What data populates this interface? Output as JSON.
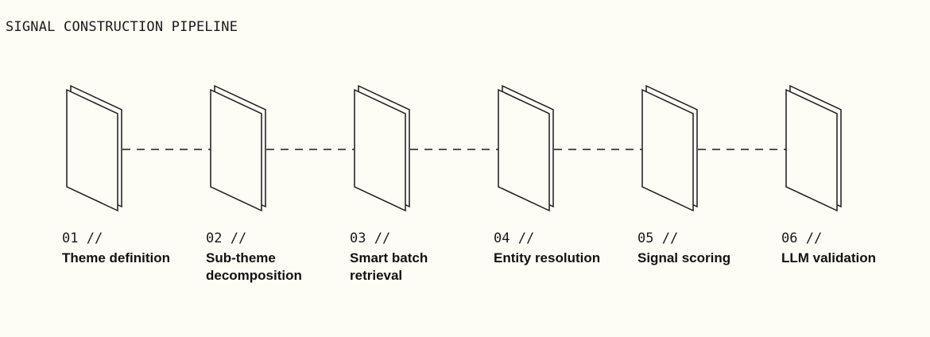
{
  "title": "SIGNAL CONSTRUCTION PIPELINE",
  "steps": [
    {
      "number": "01 //",
      "name": "Theme definition"
    },
    {
      "number": "02 //",
      "name": "Sub-theme decomposition"
    },
    {
      "number": "03 //",
      "name": "Smart batch retrieval"
    },
    {
      "number": "04 //",
      "name": "Entity resolution"
    },
    {
      "number": "05 //",
      "name": "Signal scoring"
    },
    {
      "number": "06 //",
      "name": "LLM validation"
    }
  ],
  "colors": {
    "background": "#fdfcf5",
    "stroke": "#1a1a1a",
    "text": "#111111"
  },
  "icons": {
    "step": "document-stack-icon"
  }
}
